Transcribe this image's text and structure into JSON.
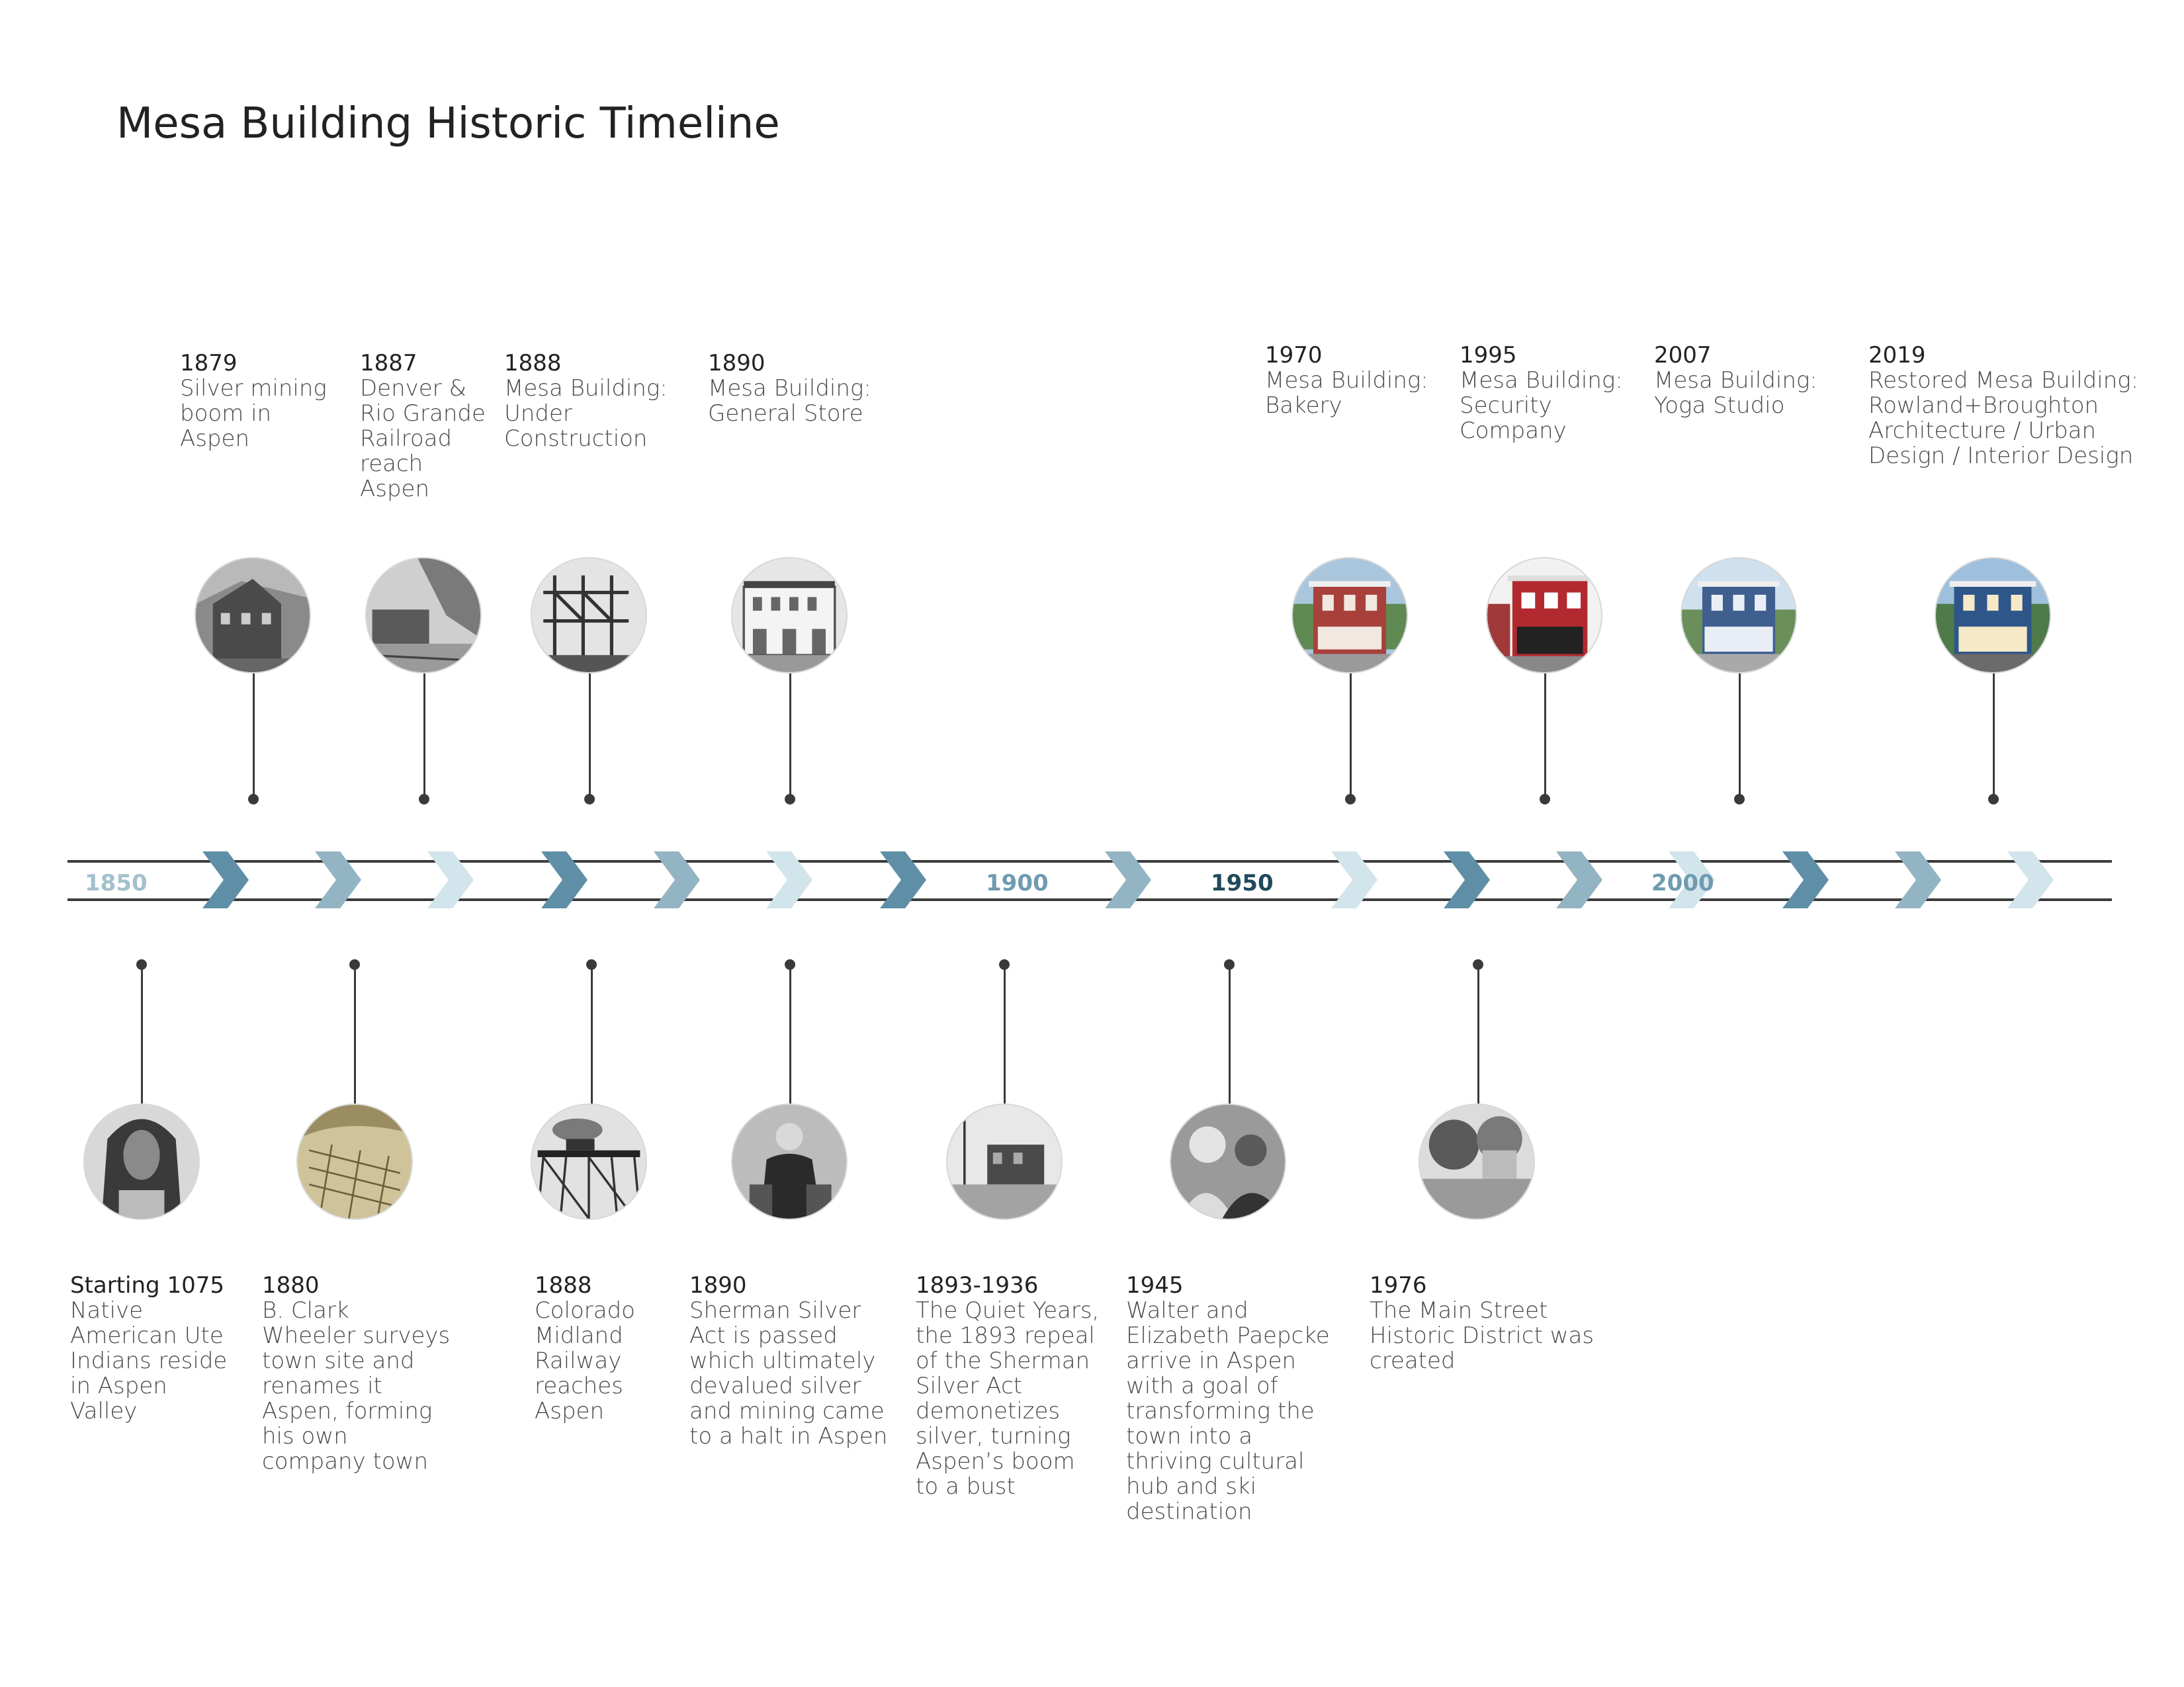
{
  "title": "Mesa Building Historic Timeline",
  "colors": {
    "dark_blue": "#5e8fa6",
    "mid_blue": "#93b4c2",
    "light_blue": "#d2e4ec",
    "decade_dark": "#1f4a5c",
    "line": "#3c3c3c"
  },
  "decades": [
    {
      "label": "1850",
      "color": "#a3c0cc"
    },
    {
      "label": "1900",
      "color": "#6f9bb0"
    },
    {
      "label": "1950",
      "color": "#1f4a5c"
    },
    {
      "label": "2000",
      "color": "#6f9bb0"
    }
  ],
  "top_events": [
    {
      "year": "1879",
      "text": "Silver mining\nboom in\nAspen",
      "photo_icon": "mine-building-photo"
    },
    {
      "year": "1887",
      "text": "Denver &\nRio Grande\nRailroad\nreach\nAspen",
      "photo_icon": "railroad-photo"
    },
    {
      "year": "1888",
      "text": "Mesa Building:\nUnder\nConstruction",
      "photo_icon": "construction-photo"
    },
    {
      "year": "1890",
      "text": "Mesa Building:\nGeneral Store",
      "photo_icon": "general-store-photo"
    },
    {
      "year": "1970",
      "text": "Mesa Building:\nBakery",
      "photo_icon": "bakery-photo"
    },
    {
      "year": "1995",
      "text": "Mesa Building:\nSecurity\nCompany",
      "photo_icon": "security-company-photo"
    },
    {
      "year": "2007",
      "text": "Mesa Building:\nYoga Studio",
      "photo_icon": "yoga-studio-photo"
    },
    {
      "year": "2019",
      "text": "Restored Mesa Building:\nRowland+Broughton\nArchitecture / Urban\nDesign / Interior Design",
      "photo_icon": "restored-building-photo"
    }
  ],
  "bottom_events": [
    {
      "year": "Starting 1075",
      "text": "Native\nAmerican Ute\nIndians reside\nin Aspen\nValley",
      "photo_icon": "ute-portrait-photo"
    },
    {
      "year": "1880",
      "text": "B. Clark\nWheeler surveys\ntown site and\nrenames it\nAspen, forming\nhis own\ncompany town",
      "photo_icon": "town-map-photo"
    },
    {
      "year": "1888",
      "text": "Colorado\nMidland\nRailway\nreaches\nAspen",
      "photo_icon": "train-trestle-photo"
    },
    {
      "year": "1890",
      "text": "Sherman Silver\nAct is passed\nwhich ultimately\ndevalued silver\nand mining came\nto a halt in Aspen",
      "photo_icon": "sherman-portrait-photo"
    },
    {
      "year": "1893-1936",
      "text": "The Quiet Years,\nthe 1893 repeal\nof the Sherman\nSilver Act\ndemonetizes\nsilver, turning\nAspen’s boom\nto a bust",
      "photo_icon": "main-street-photo"
    },
    {
      "year": "1945",
      "text": "Walter and\nElizabeth Paepcke\narrive in Aspen\nwith a goal of\ntransforming the\ntown into a\nthriving cultural\nhub and ski\ndestination",
      "photo_icon": "paepcke-photo"
    },
    {
      "year": "1976",
      "text": "The Main Street\nHistoric District was\ncreated",
      "photo_icon": "historic-district-photo"
    }
  ]
}
